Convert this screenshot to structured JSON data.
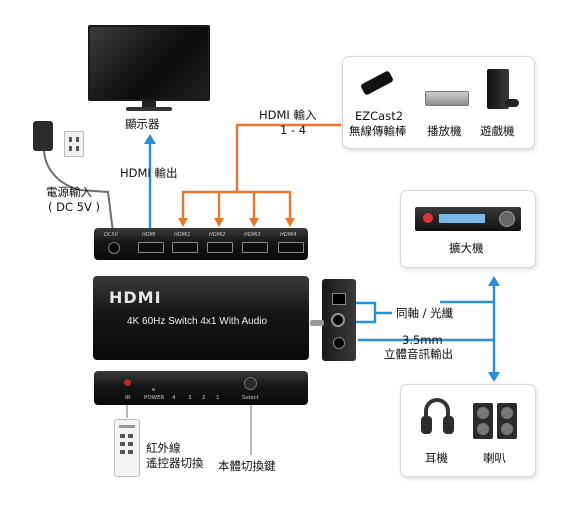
{
  "labels": {
    "display": "顯示器",
    "hdmi_out": "HDMI 輸出",
    "hdmi_in_line1": "HDMI 輸入",
    "hdmi_in_line2": "1 - 4",
    "power_line1": "電源輸入",
    "power_line2": "( DC 5V )",
    "ezcast_line1": "EZCast2",
    "ezcast_line2": "無線傳輸棒",
    "player": "播放機",
    "game_console": "遊戲機",
    "amplifier": "擴大機",
    "coax_optical": "同軸 / 光纖",
    "audio_out_line1": "3.5mm",
    "audio_out_line2": "立體音訊輸出",
    "headphones": "耳機",
    "speakers": "喇叭",
    "remote_line1": "紅外線",
    "remote_line2": "遙控器切換",
    "select_button": "本體切換鍵"
  },
  "device": {
    "logo": "HDMI",
    "model": "4K 60Hz Switch 4x1 With Audio",
    "back_ports": [
      "HDMI1",
      "HDMI2",
      "HDMI3",
      "HDMI4"
    ],
    "out_port": "HDMI",
    "dc_port": "DC5V",
    "front_labels": [
      "IR",
      "POWER",
      "4",
      "3",
      "2",
      "1",
      "Select"
    ]
  },
  "colors": {
    "orange": "#e8762b",
    "blue": "#2b8fd8",
    "gray_line": "#888888"
  }
}
